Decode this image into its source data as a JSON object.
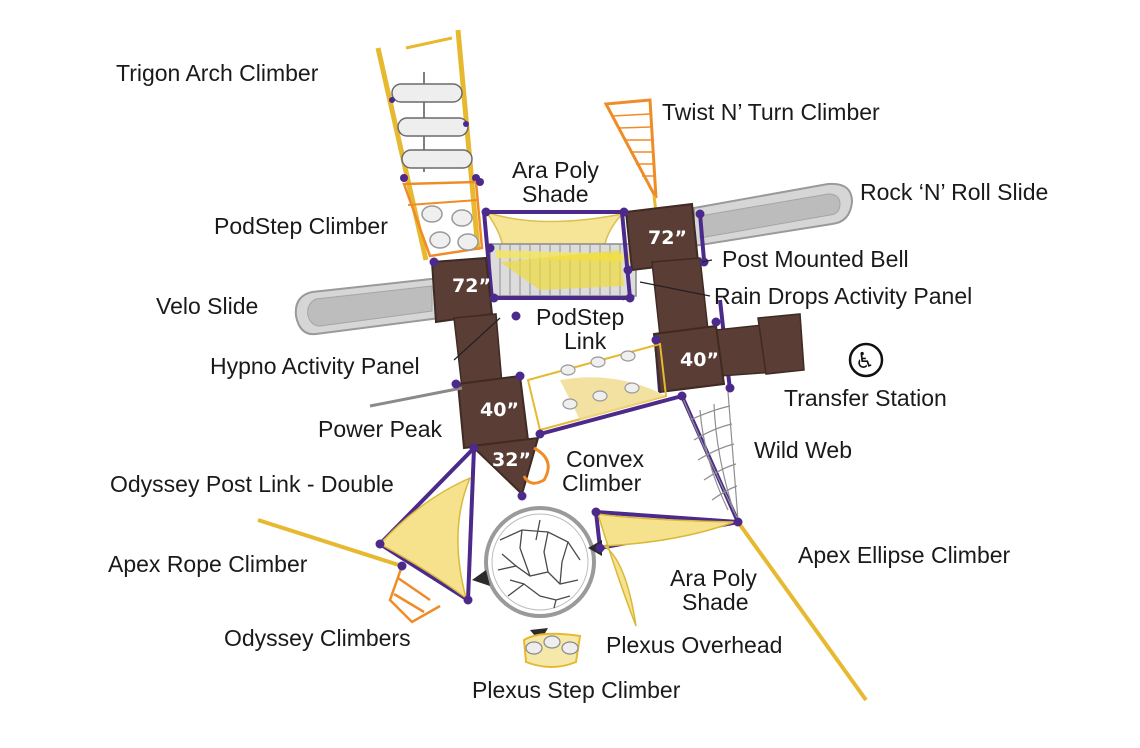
{
  "colors": {
    "deck": "#5a3d35",
    "deck_edge": "#3f2a24",
    "purple": "#4b2a8c",
    "yellow": "#f4d74a",
    "yellow_fill": "#f8e9a0",
    "orange": "#f08c28",
    "slide": "#d2d2d2",
    "slide_edge": "#9a9a9a",
    "net": "#8f8f8f",
    "leader": "#222222"
  },
  "labels": {
    "trigon_arch_climber": "Trigon Arch Climber",
    "twist_n_turn_climber": "Twist N’ Turn Climber",
    "ara_poly_shade_top_line1": "Ara Poly",
    "ara_poly_shade_top_line2": "Shade",
    "rock_n_roll_slide": "Rock ‘N’ Roll Slide",
    "podstep_climber": "PodStep Climber",
    "post_mounted_bell": "Post Mounted Bell",
    "velo_slide": "Velo Slide",
    "rain_drops_activity_panel": "Rain Drops Activity Panel",
    "podstep_link_line1": "PodStep",
    "podstep_link_line2": "Link",
    "hypno_activity_panel": "Hypno Activity Panel",
    "transfer_station": "Transfer Station",
    "power_peak": "Power Peak",
    "wild_web": "Wild Web",
    "convex_climber_line1": "Convex",
    "convex_climber_line2": "Climber",
    "odyssey_post_link_double": "Odyssey Post Link - Double",
    "apex_ellipse_climber": "Apex Ellipse Climber",
    "apex_rope_climber": "Apex Rope Climber",
    "ara_poly_shade_bottom_line1": "Ara Poly",
    "ara_poly_shade_bottom_line2": "Shade",
    "odyssey_climbers": "Odyssey Climbers",
    "plexus_overhead": "Plexus Overhead",
    "plexus_step_climber": "Plexus Step Climber"
  },
  "decks": {
    "left_72": "72”",
    "right_72": "72”",
    "left_40": "40”",
    "right_40": "40”",
    "deck_32": "32”"
  },
  "icons": {
    "accessibility": "wheelchair-accessibility-icon"
  }
}
